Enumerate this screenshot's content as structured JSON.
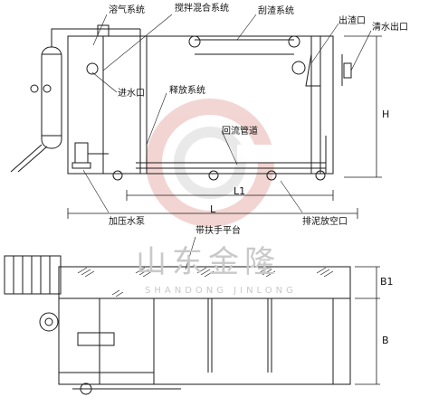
{
  "labels": {
    "dissolved_air_system": "溶气系统",
    "mixing_system": "搅拌混合系统",
    "scraper_system": "刮渣系统",
    "slag_outlet": "出渣口",
    "clear_water_outlet": "清水出口",
    "water_inlet": "进水口",
    "release_system": "释放系统",
    "reflux_pipe": "回流管道",
    "pressure_pump": "加压水泵",
    "sludge_outlet": "排泥放空口",
    "handrail_platform": "带扶手平台"
  },
  "dimensions": {
    "H": "H",
    "L1": "L1",
    "L": "L",
    "B1": "B1",
    "B": "B"
  },
  "watermark": {
    "text_cn": "山东金隆",
    "text_en": "SHANDONG JINLONG"
  },
  "colors": {
    "line": "#1a1a1a",
    "watermark_red": "#e8b4ae",
    "watermark_gray": "#cfcfcf"
  }
}
